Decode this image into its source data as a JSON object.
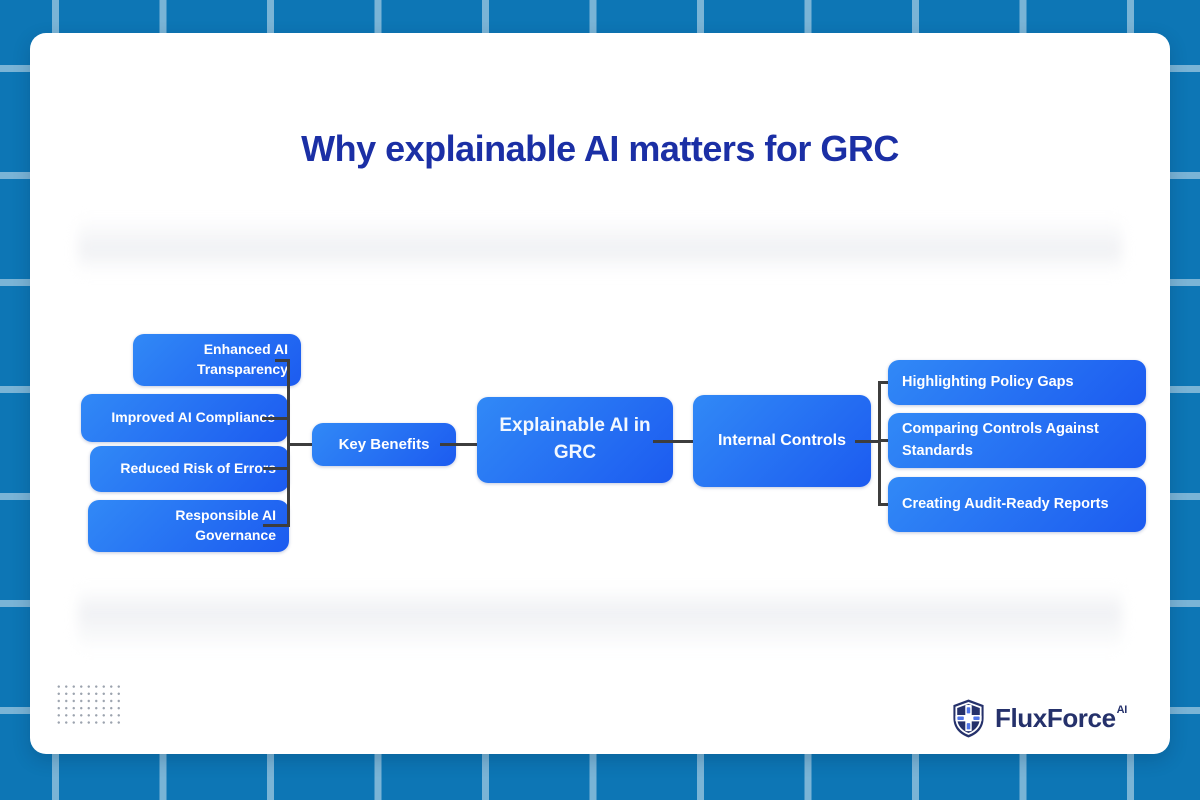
{
  "title": "Why explainable AI matters for GRC",
  "diagram": {
    "center": {
      "label": "Explainable AI in GRC"
    },
    "left_group": {
      "hub": "Key Benefits",
      "items": [
        "Enhanced AI Transparency",
        "Improved AI Compliance",
        "Reduced Risk of Errors",
        "Responsible AI Governance"
      ]
    },
    "right_group": {
      "hub": "Internal Controls",
      "items": [
        "Highlighting Policy Gaps",
        "Comparing Controls Against Standards",
        "Creating Audit-Ready Reports"
      ]
    }
  },
  "branding": {
    "name": "FluxForce",
    "suffix": "AI",
    "logo_icon": "shield-icon"
  },
  "decor": {
    "pattern": "dot-grid"
  },
  "colors": {
    "page_bg": "#0d76b5",
    "grid_line": "rgba(255,255,255,0.45)",
    "title_blue": "#1b2fa5",
    "node_grad_a": "#3189f6",
    "node_grad_b": "#1c5bf0",
    "connector": "#3d3d3d",
    "brand_navy": "#25316b",
    "brand_accent": "#4f74e8"
  }
}
